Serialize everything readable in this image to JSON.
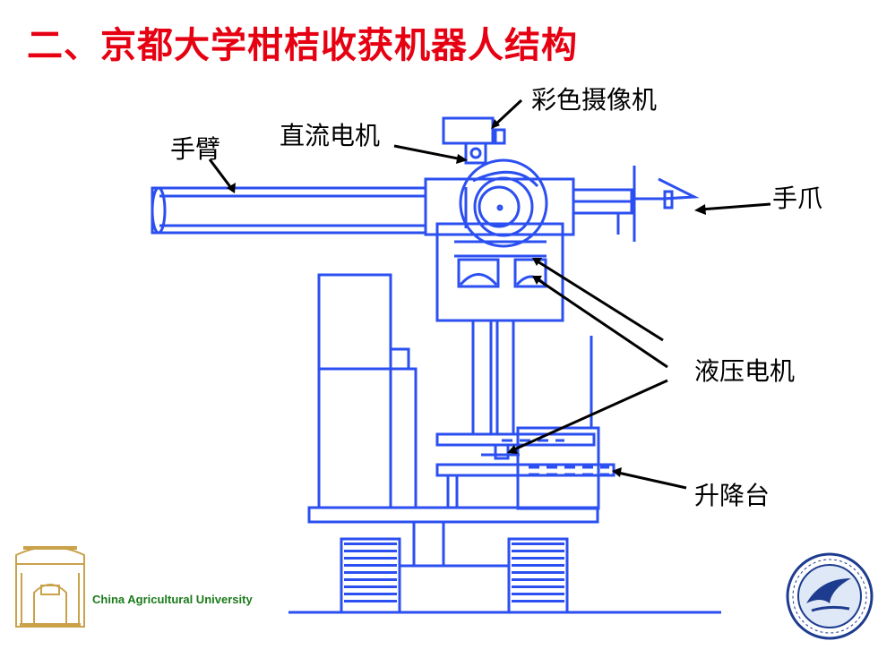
{
  "title": "二、京都大学柑桔收获机器人结构",
  "labels": {
    "camera": "彩色摄像机",
    "dc_motor": "直流电机",
    "arm": "手臂",
    "gripper": "手爪",
    "hydraulic_motor": "液压电机",
    "lift_platform": "升降台"
  },
  "footer": {
    "university": "China Agricultural University"
  },
  "colors": {
    "title": "#e60012",
    "diagram": "#2b4ff0",
    "arrow": "#000000"
  }
}
